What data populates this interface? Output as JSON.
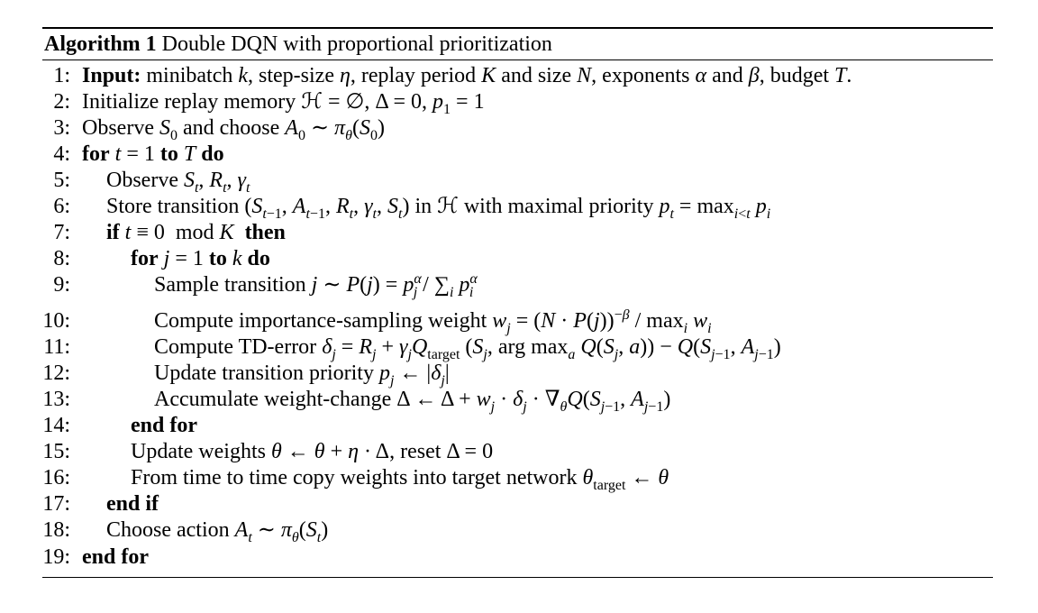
{
  "algorithm": {
    "label": "Algorithm 1",
    "title": "Double DQN with proportional prioritization",
    "lines": [
      {
        "num": "1:",
        "text": "Input: minibatch k, step-size η, replay period K and size N, exponents α and β, budget T."
      },
      {
        "num": "2:",
        "text": "Initialize replay memory ℋ = ∅, Δ = 0, p₁ = 1"
      },
      {
        "num": "3:",
        "text": "Observe S₀ and choose A₀ ∼ π_θ(S₀)"
      },
      {
        "num": "4:",
        "text": "for t = 1 to T do"
      },
      {
        "num": "5:",
        "text": "Observe S_t, R_t, γ_t"
      },
      {
        "num": "6:",
        "text": "Store transition (S_{t−1}, A_{t−1}, R_t, γ_t, S_t) in ℋ with maximal priority p_t = max_{i<t} p_i"
      },
      {
        "num": "7:",
        "text": "if t ≡ 0 mod K then"
      },
      {
        "num": "8:",
        "text": "for j = 1 to k do"
      },
      {
        "num": "9:",
        "text": "Sample transition j ∼ P(j) = p_j^α / ∑_i p_i^α"
      },
      {
        "num": "10:",
        "text": "Compute importance-sampling weight w_j = (N · P(j))^{−β} / max_i w_i"
      },
      {
        "num": "11:",
        "text": "Compute TD-error δ_j = R_j + γ_j Q_target (S_j, arg max_a Q(S_j, a)) − Q(S_{j−1}, A_{j−1})"
      },
      {
        "num": "12:",
        "text": "Update transition priority p_j ← |δ_j|"
      },
      {
        "num": "13:",
        "text": "Accumulate weight-change Δ ← Δ + w_j · δ_j · ∇_θ Q(S_{j−1}, A_{j−1})"
      },
      {
        "num": "14:",
        "text": "end for"
      },
      {
        "num": "15:",
        "text": "Update weights θ ← θ + η · Δ, reset Δ = 0"
      },
      {
        "num": "16:",
        "text": "From time to time copy weights into target network θ_target ← θ"
      },
      {
        "num": "17:",
        "text": "end if"
      },
      {
        "num": "18:",
        "text": "Choose action A_t ∼ π_θ(S_t)"
      },
      {
        "num": "19:",
        "text": "end for"
      }
    ]
  }
}
